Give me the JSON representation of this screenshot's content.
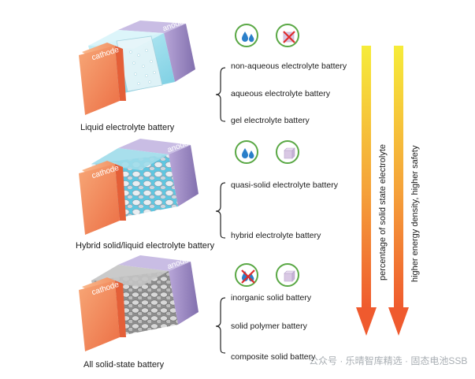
{
  "batteries": [
    {
      "caption": "Liquid electrolyte battery",
      "cathode_label": "cathode",
      "anode_label": "anode",
      "icons": [
        "liquid-drops-icon",
        "no-solid-icon"
      ],
      "types": [
        "non-aqueous electrolyte battery",
        "aqueous electrolyte battery",
        "gel electrolyte battery"
      ]
    },
    {
      "caption": "Hybrid solid/liquid electrolyte battery",
      "cathode_label": "cathode",
      "anode_label": "anode",
      "icons": [
        "liquid-drops-icon",
        "solid-cube-icon"
      ],
      "types": [
        "quasi-solid electrolyte battery",
        "hybrid electrolyte battery"
      ]
    },
    {
      "caption": "All solid-state battery",
      "cathode_label": "cathode",
      "anode_label": "anode",
      "icons": [
        "no-liquid-icon",
        "solid-cube-icon"
      ],
      "types": [
        "inorganic solid battery",
        "solid polymer battery",
        "composite solid battery"
      ]
    }
  ],
  "arrows": [
    {
      "label": "percentage of solid state electrolyte"
    },
    {
      "label": "higher energy density, higher safety"
    }
  ],
  "watermark": "公众号 · 乐晴智库精选 · 固态电池SSB",
  "colors": {
    "cathode": "#f0865a",
    "anode": "#9b86c0",
    "liquid": "#7ed3e6",
    "icon_ring": "#5aa845",
    "arrow_top": "#f6ec3a",
    "arrow_bottom": "#ef5a2e"
  }
}
